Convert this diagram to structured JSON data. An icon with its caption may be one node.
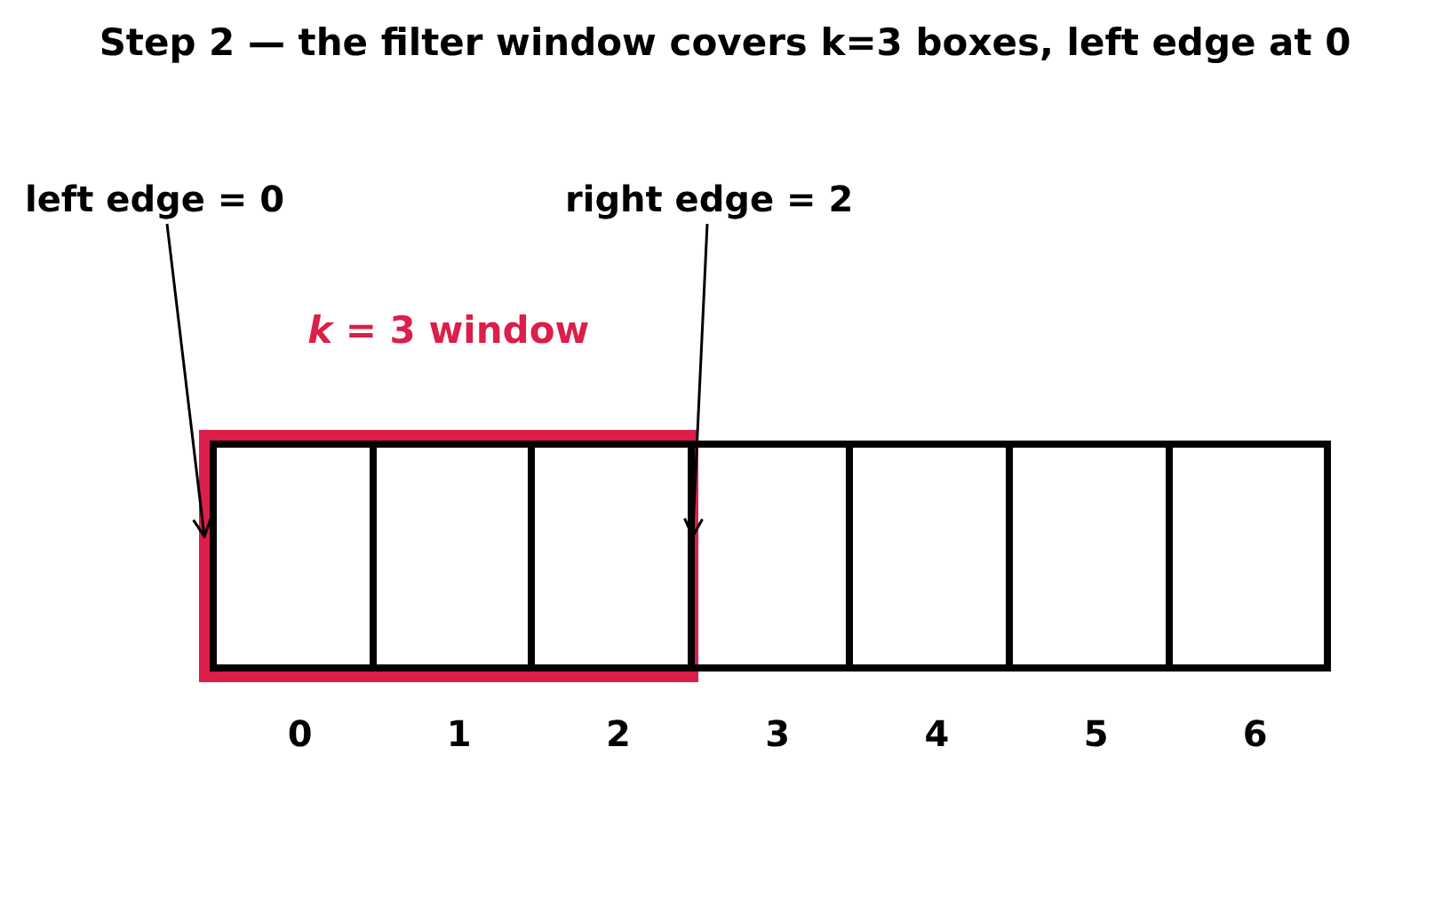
{
  "diagram": {
    "title": "Step 2 — the filter window covers k=3 boxes, left edge at 0",
    "nodes": [
      {
        "text": [
          "*k* = 3 window"
        ]
      },
      {
        "text": [],
        "shape": "box",
        "in": 0,
        "beside": [
          "0"
        ]
      },
      {
        "text": [],
        "shape": "box",
        "in": 0,
        "beside": [
          "1"
        ]
      },
      {
        "text": [],
        "shape": "box",
        "in": 0,
        "beside": [
          "2"
        ]
      },
      {
        "text": [],
        "shape": "box",
        "beside": [
          "3"
        ]
      },
      {
        "text": [],
        "shape": "box",
        "beside": [
          "4"
        ]
      },
      {
        "text": [],
        "shape": "box",
        "beside": [
          "5"
        ]
      },
      {
        "text": [],
        "shape": "box",
        "beside": [
          "6"
        ]
      },
      {
        "text": [
          "left edge = 0"
        ]
      },
      {
        "text": [
          "right edge = 2"
        ]
      }
    ],
    "edges": [
      {
        "from": 8,
        "to": 0,
        "arrow": "to"
      },
      {
        "from": 9,
        "to": 0,
        "arrow": "to"
      }
    ]
  }
}
